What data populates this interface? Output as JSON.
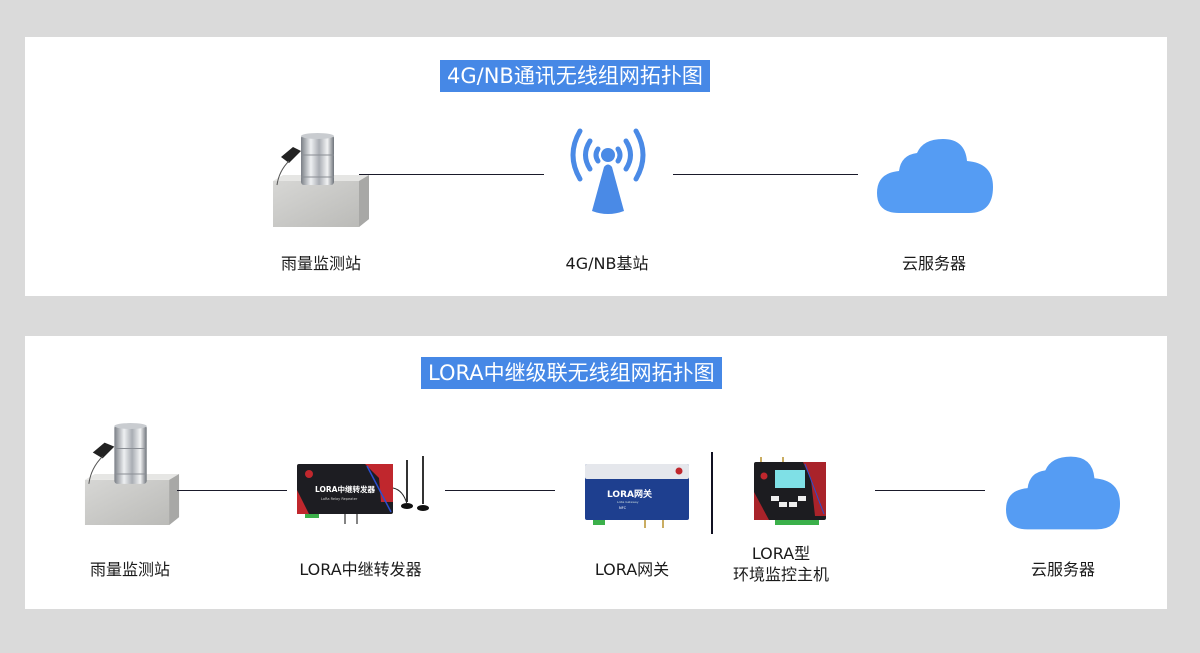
{
  "diagrams": [
    {
      "title": "4G/NB通讯无线组网拓扑图",
      "nodes": [
        {
          "id": "rain-station",
          "label": "雨量监测站",
          "icon": "rain-gauge-station"
        },
        {
          "id": "base-station",
          "label": "4G/NB基站",
          "icon": "antenna-tower-icon"
        },
        {
          "id": "cloud",
          "label": "云服务器",
          "icon": "cloud-icon"
        }
      ],
      "edges": [
        [
          "rain-station",
          "base-station"
        ],
        [
          "base-station",
          "cloud"
        ]
      ]
    },
    {
      "title": "LORA中继级联无线组网拓扑图",
      "nodes": [
        {
          "id": "rain-station",
          "label": "雨量监测站",
          "icon": "rain-gauge-station"
        },
        {
          "id": "lora-repeater",
          "label": "LORA中继转发器",
          "icon": "lora-repeater-device",
          "device_text": "LORA中继转发器",
          "device_subtext": "LoRa Relay Repeater"
        },
        {
          "id": "lora-gateway",
          "label": "LORA网关",
          "icon": "lora-gateway-device",
          "device_text": "LORA网关",
          "device_subtext": "LoRa Gateway",
          "device_badge": "NFC"
        },
        {
          "id": "env-host",
          "label_line1": "LORA型",
          "label_line2": "环境监控主机",
          "icon": "env-monitor-host-device"
        },
        {
          "id": "cloud",
          "label": "云服务器",
          "icon": "cloud-icon"
        }
      ],
      "edges": [
        [
          "rain-station",
          "lora-repeater"
        ],
        [
          "lora-repeater",
          "lora-gateway"
        ],
        [
          "env-host",
          "cloud"
        ]
      ],
      "divider_between": [
        "lora-gateway",
        "env-host"
      ]
    }
  ],
  "colors": {
    "title_bg": "#4688e6",
    "cloud": "#559cf3",
    "antenna": "#4a8ae6",
    "background": "#dadada",
    "panel": "#ffffff"
  }
}
